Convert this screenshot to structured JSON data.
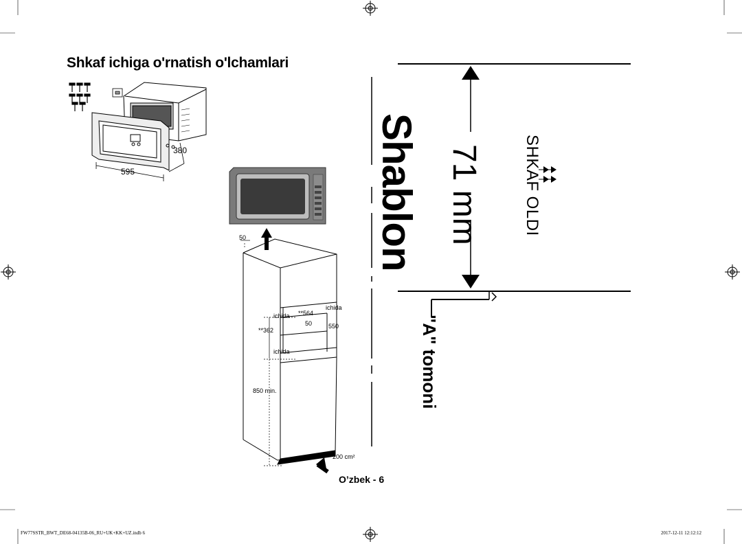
{
  "heading": "Shkaf ichiga o'rnatish o'lchamlari",
  "top_diagram": {
    "depth_label": "380",
    "width_label": "595"
  },
  "cabinet_diagram": {
    "gap_label": "50",
    "inner_label_left": "ichida",
    "inner_label_right": "ichida",
    "inner_label_bottom": "ichida",
    "width_label": "**564",
    "gap_label_2": "50",
    "depth_label": "550",
    "height_label": "**362",
    "min_height_label": "850 min.",
    "vent_label": "200 cm²"
  },
  "template": {
    "shablon_label": "Shablon",
    "size_label": "71 mm",
    "front_label": "SHKAF OLDI",
    "side_label": "\"A\" tomoni"
  },
  "page_label": "O’zbek - 6",
  "footer": {
    "file_name": "FW77SSTR_BWT_DE68-04135B-06_RU+UK+KK+UZ.indb   6",
    "timestamp": "2017-12-11   12:12:12"
  }
}
